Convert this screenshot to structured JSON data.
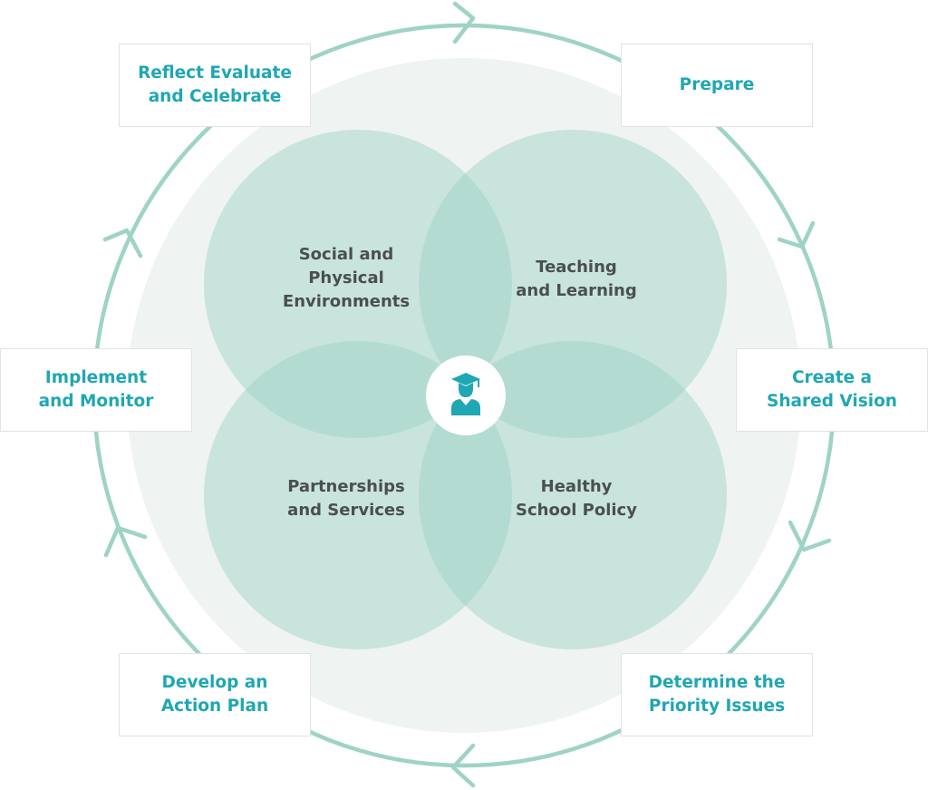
{
  "diagram": {
    "center_icon": "graduate-student-icon",
    "lobes": [
      {
        "id": "social",
        "lines": [
          "Social and",
          "Physical",
          "Environments"
        ]
      },
      {
        "id": "teaching",
        "lines": [
          "Teaching",
          "and Learning"
        ]
      },
      {
        "id": "partnerships",
        "lines": [
          "Partnerships",
          "and Services"
        ]
      },
      {
        "id": "policy",
        "lines": [
          "Healthy",
          "School Policy"
        ]
      }
    ],
    "stages": [
      {
        "id": "prepare",
        "lines": [
          "Prepare"
        ]
      },
      {
        "id": "create-vision",
        "lines": [
          "Create a",
          "Shared Vision"
        ]
      },
      {
        "id": "priority-issues",
        "lines": [
          "Determine the",
          "Priority Issues"
        ]
      },
      {
        "id": "action-plan",
        "lines": [
          "Develop an",
          "Action Plan"
        ]
      },
      {
        "id": "implement",
        "lines": [
          "Implement",
          "and Monitor"
        ]
      },
      {
        "id": "reflect",
        "lines": [
          "Reflect Evaluate",
          "and Celebrate"
        ]
      }
    ],
    "colors": {
      "stage_text": "#1fa7b3",
      "lobe_text": "#4a4f50",
      "lobe_fill": "#c9e4dd",
      "lobe_overlap": "#b3dbd2",
      "cycle_ring": "#9ed3c6",
      "background_disc": "#eff3f1",
      "icon": "#1fa7b3"
    }
  }
}
